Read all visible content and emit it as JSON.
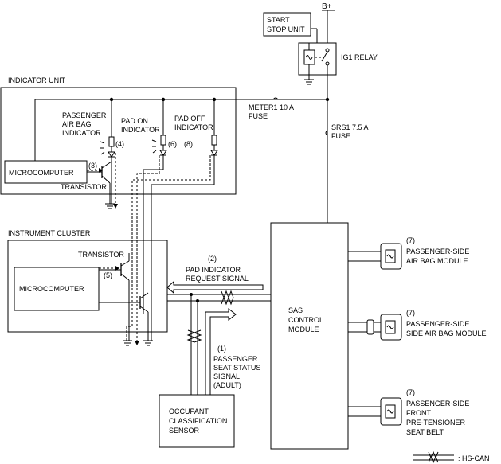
{
  "labels": {
    "b_plus": "B+",
    "start_stop_unit": [
      "START",
      "STOP UNIT"
    ],
    "ig1_relay": "IG1 RELAY",
    "indicator_unit": "INDICATOR UNIT",
    "meter1_fuse": [
      "METER1 10 A",
      "FUSE"
    ],
    "srs1_fuse": [
      "SRS1 7.5 A",
      "FUSE"
    ],
    "passenger_air_bag_indicator": [
      "PASSENGER",
      "AIR BAG",
      "INDICATOR"
    ],
    "pad_on_indicator": [
      "PAD ON",
      "INDICATOR"
    ],
    "pad_off_indicator": [
      "PAD OFF",
      "INDICATOR"
    ],
    "step_4": "(4)",
    "step_6": "(6)",
    "step_8": "(8)",
    "step_3": "(3)",
    "microcomputer_indicator": "MICROCOMPUTER",
    "transistor_indicator": "TRANSISTOR",
    "instrument_cluster": "INSTRUMENT CLUSTER",
    "transistor_cluster": "TRANSISTOR",
    "step_5": "(5)",
    "microcomputer_cluster": "MICROCOMPUTER",
    "step_2": "(2)",
    "pad_indicator_request_signal": [
      "PAD INDICATOR",
      "REQUEST  SIGNAL"
    ],
    "step_1": "(1)",
    "passenger_seat_status_signal": [
      "PASSENGER",
      "SEAT STATUS",
      "SIGNAL",
      "(ADULT)"
    ],
    "occupant_classification_sensor": [
      "OCCUPANT",
      "CLASSIFICATION",
      "SENSOR"
    ],
    "sas_control_module": [
      "SAS",
      "CONTROL",
      "MODULE"
    ],
    "step_7a": "(7)",
    "passenger_side_air_bag_module": [
      "PASSENGER-SIDE",
      "AIR BAG MODULE"
    ],
    "step_7b": "(7)",
    "passenger_side_side_air_bag_module": [
      "PASSENGER-SIDE",
      "SIDE AIR BAG MODULE"
    ],
    "step_7c": "(7)",
    "passenger_side_front_pretensioner": [
      "PASSENGER-SIDE",
      "FRONT",
      "PRE-TENSIONER",
      "SEAT BELT"
    ],
    "hs_can_legend": ": HS-CAN"
  }
}
